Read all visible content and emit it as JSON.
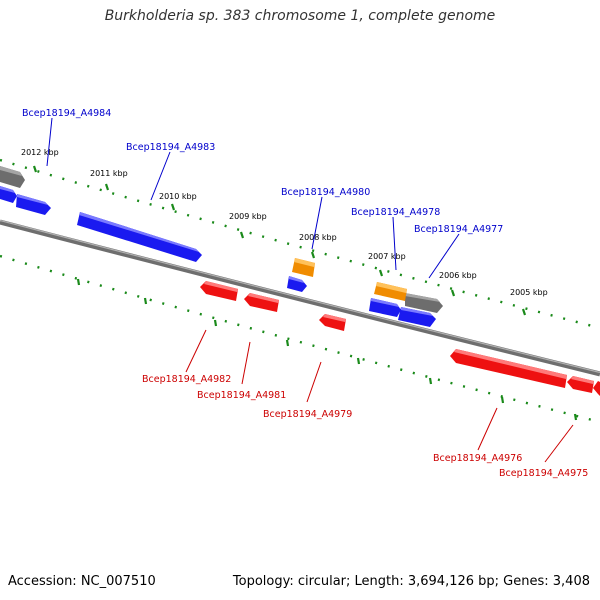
{
  "title": "Burkholderia sp. 383 chromosome 1, complete genome",
  "accession": "Accession: NC_007510",
  "summary": "Topology: circular; Length: 3,694,126 bp; Genes: 3,408",
  "colors": {
    "forward_gene": "#1a1af0",
    "reverse_gene": "#ee1111",
    "rna_gene": "#f08c00",
    "other_feature": "#777777",
    "scale_tick": "#1a8a1a",
    "backbone": "#808080",
    "forward_label": "#0000cc",
    "reverse_label": "#cc0000"
  },
  "scale_labels": [
    "2012 kbp",
    "2011 kbp",
    "2010 kbp",
    "2009 kbp",
    "2008 kbp",
    "2007 kbp",
    "2006 kbp",
    "2005 kbp"
  ],
  "forward_labels": [
    "Bcep18194_A4984",
    "Bcep18194_A4983",
    "Bcep18194_A4980",
    "Bcep18194_A4978",
    "Bcep18194_A4977"
  ],
  "reverse_labels": [
    "Bcep18194_A4982",
    "Bcep18194_A4981",
    "Bcep18194_A4979",
    "Bcep18194_A4976",
    "Bcep18194_A4975"
  ]
}
